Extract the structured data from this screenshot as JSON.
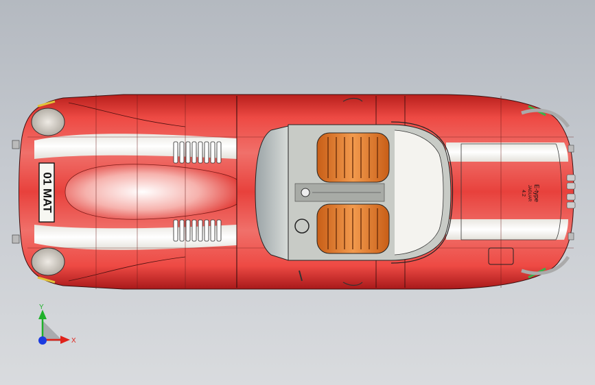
{
  "model": {
    "license_plate": "01 MAT",
    "rear_badge_line1": "E-type",
    "rear_badge_line2": "JAGUAR",
    "rear_badge_line3": "4.2"
  },
  "triad": {
    "x_label": "X",
    "y_label": "Y",
    "x_color": "#e0231b",
    "y_color": "#1fb12a",
    "z_color": "#1b3be0"
  },
  "colors": {
    "body_red": "#e8413c",
    "stripe_white": "#f4f2ee",
    "seat_orange": "#e27a2a",
    "interior_grey": "#b9bbb5"
  }
}
